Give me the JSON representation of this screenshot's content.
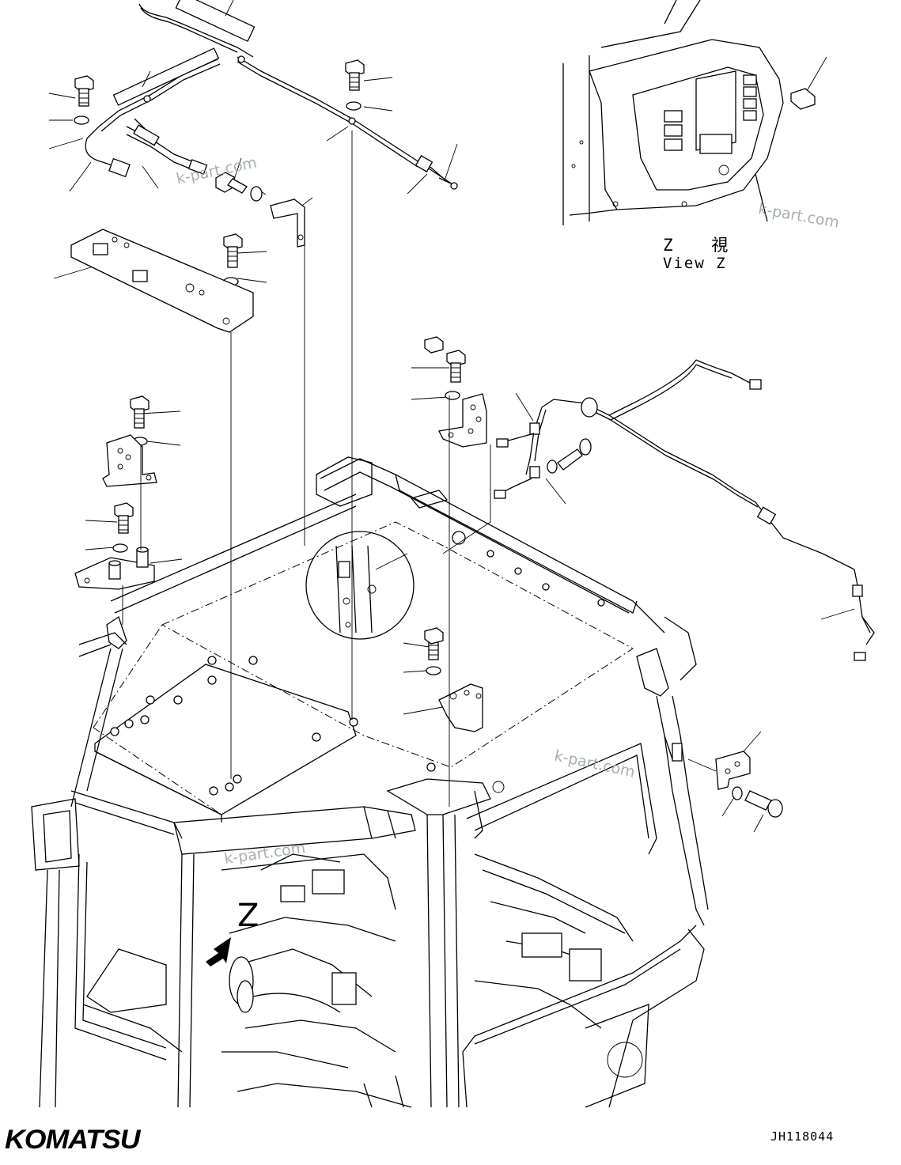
{
  "view_label": {
    "japanese": "Z 視",
    "english": "View Z"
  },
  "view_marker": "Z",
  "brand": "KOMATSU",
  "drawing_number": "JH118044",
  "watermark": "k-part.com",
  "colors": {
    "line": "#000000",
    "background": "#ffffff",
    "watermark": "#9aa0a6"
  }
}
